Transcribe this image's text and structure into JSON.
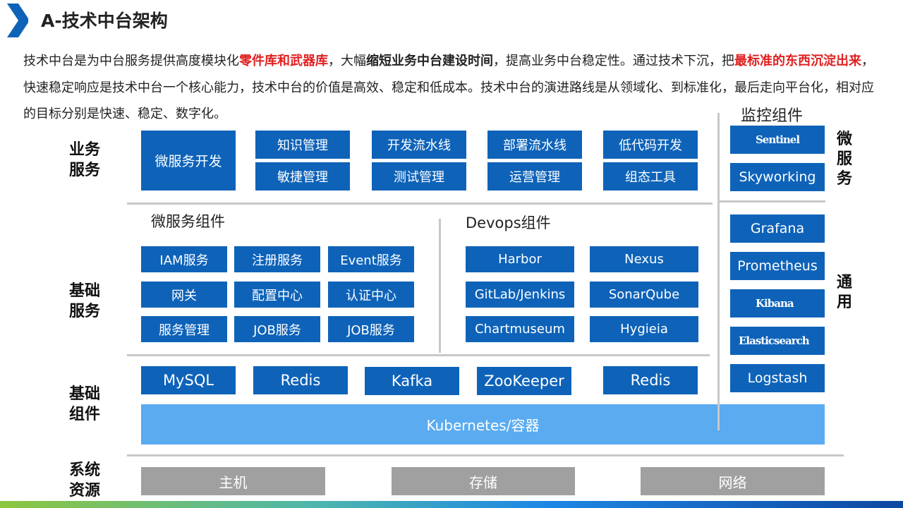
{
  "header": {
    "title": "A-技术中台架构"
  },
  "intro": {
    "p1": "技术中台是为中台服务提供高度模块化",
    "r1": "零件库和武器库",
    "p2": "，大幅",
    "b1": "缩短业务中台建设时间",
    "p3": "，提高业务中台稳定性。通过技术下沉，把",
    "r2": "最标准的东西沉淀出来",
    "p4": "，快速稳定响应是技术中台一个核心能力，技术中台的价值是高效、稳定和低成本。技术中台的演进路线是从领域化、到标准化，最后走向平台化，相对应的目标分别是快速、稳定、数字化。"
  },
  "layers": {
    "business": [
      "业务",
      "服务"
    ],
    "basic_service": [
      "基础",
      "服务"
    ],
    "basic_component": [
      "基础",
      "组件"
    ],
    "system": [
      "系统",
      "资源"
    ]
  },
  "business": {
    "main": "微服务开发",
    "items": [
      "知识管理",
      "开发流水线",
      "部署流水线",
      "低代码开发",
      "敏捷管理",
      "测试管理",
      "运营管理",
      "组态工具"
    ]
  },
  "microservice": {
    "title": "微服务组件",
    "items": [
      "IAM服务",
      "注册服务",
      "Event服务",
      "网关",
      "配置中心",
      "认证中心",
      "服务管理",
      "JOB服务",
      "JOB服务"
    ]
  },
  "devops": {
    "title": "Devops组件",
    "items": [
      "Harbor",
      "Nexus",
      "GitLab/Jenkins",
      "SonarQube",
      "Chartmuseum",
      "Hygieia"
    ]
  },
  "components": {
    "items": [
      "MySQL",
      "Redis",
      "Kafka",
      "ZooKeeper",
      "Redis"
    ],
    "platform": "Kubernetes/容器"
  },
  "system": {
    "items": [
      "主机",
      "存储",
      "网络"
    ]
  },
  "monitor": {
    "title": "监控组件",
    "micro_label": [
      "微",
      "服",
      "务"
    ],
    "general_label": [
      "通",
      "用"
    ],
    "micro": [
      "Sentinel",
      "Skyworking"
    ],
    "general": [
      "Grafana",
      "Prometheus",
      "Kibana",
      "Elasticsearch",
      "Logstash"
    ]
  }
}
